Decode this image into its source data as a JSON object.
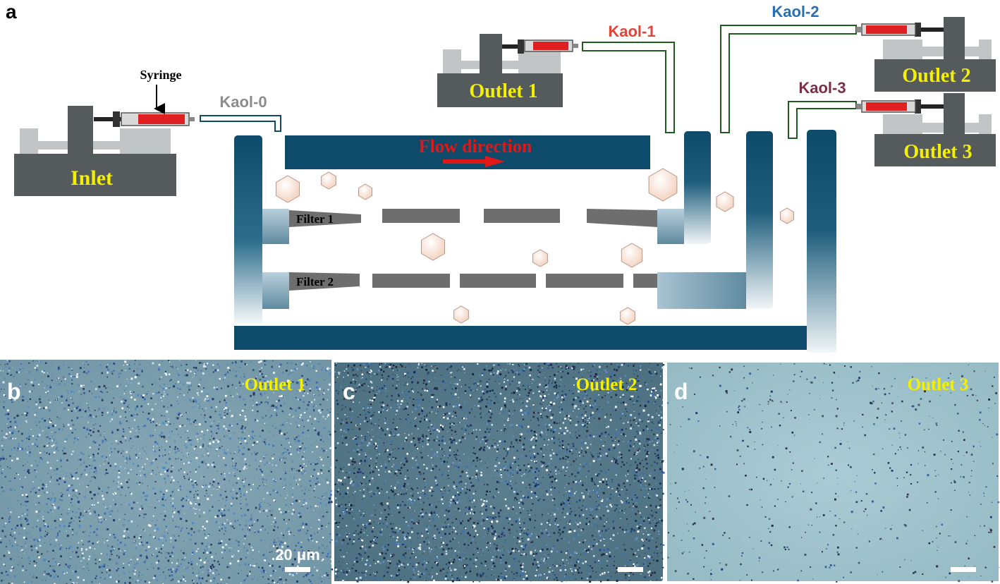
{
  "panel_letters": {
    "a": "a",
    "b": "b",
    "c": "c",
    "d": "d"
  },
  "labels": {
    "syringe": "Syringe",
    "inlet": "Inlet",
    "outlet1": "Outlet 1",
    "outlet2": "Outlet 2",
    "outlet3": "Outlet 3",
    "kaol0": "Kaol-0",
    "kaol1": "Kaol-1",
    "kaol2": "Kaol-2",
    "kaol3": "Kaol-3",
    "flow_direction": "Flow direction",
    "filter1": "Filter 1",
    "filter2": "Filter 2"
  },
  "micrographs": [
    {
      "letter": "b",
      "title": "Outlet 1",
      "scale_label": "20 μm",
      "density": "high"
    },
    {
      "letter": "c",
      "title": "Outlet 2",
      "scale_label": "",
      "density": "very high"
    },
    {
      "letter": "d",
      "title": "Outlet 3",
      "scale_label": "",
      "density": "low"
    }
  ],
  "colors": {
    "channel": "#0e4a6a",
    "pump_base": "#555a5c",
    "pump_light": "#c2c5c6",
    "syringe_red": "#e02020",
    "label_yellow": "#f4f000",
    "kaol0": "#8c8c8c",
    "kaol1": "#e0453a",
    "kaol2": "#2a6fb2",
    "kaol3": "#7a2e4a",
    "tube_green": "#1f5a1f",
    "filter_gray": "#6e6e6e",
    "particle": "#f7dccc",
    "flow_red": "#e01818"
  }
}
